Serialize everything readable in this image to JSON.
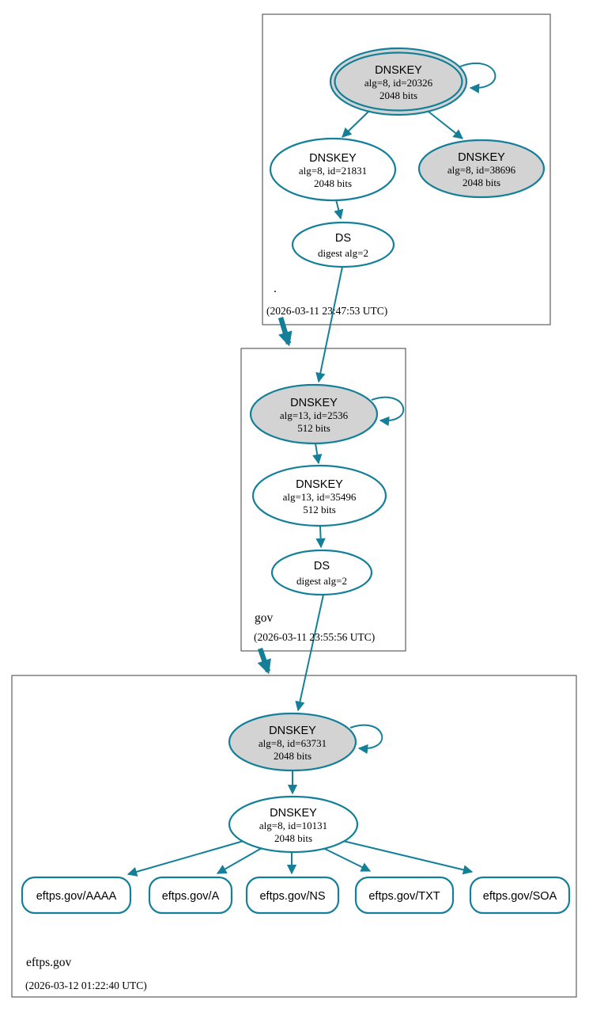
{
  "diagram_type": "dnssec-authentication-chain",
  "colors": {
    "edge_secure": "#137f99",
    "node_border": "#137f99",
    "sep_key_fill": "#d3d3d3",
    "node_fill": "#ffffff",
    "zone_border": "#5e5e5e",
    "background": "#ffffff",
    "text": "#000000"
  },
  "zones": [
    {
      "label": ".",
      "timestamp": "(2026-03-11 23:47:53 UTC)",
      "ksk": {
        "title": "DNSKEY",
        "alg": "alg=8, id=20326",
        "bits": "2048 bits"
      },
      "zsk": {
        "title": "DNSKEY",
        "alg": "alg=8, id=21831",
        "bits": "2048 bits"
      },
      "extra_ksk": {
        "title": "DNSKEY",
        "alg": "alg=8, id=38696",
        "bits": "2048 bits"
      },
      "ds": {
        "title": "DS",
        "detail": "digest alg=2"
      }
    },
    {
      "label": "gov",
      "timestamp": "(2026-03-11 23:55:56 UTC)",
      "ksk": {
        "title": "DNSKEY",
        "alg": "alg=13, id=2536",
        "bits": "512 bits"
      },
      "zsk": {
        "title": "DNSKEY",
        "alg": "alg=13, id=35496",
        "bits": "512 bits"
      },
      "ds": {
        "title": "DS",
        "detail": "digest alg=2"
      }
    },
    {
      "label": "eftps.gov",
      "timestamp": "(2026-03-12 01:22:40 UTC)",
      "ksk": {
        "title": "DNSKEY",
        "alg": "alg=8, id=63731",
        "bits": "2048 bits"
      },
      "zsk": {
        "title": "DNSKEY",
        "alg": "alg=8, id=10131",
        "bits": "2048 bits"
      },
      "rrsets": [
        {
          "label": "eftps.gov/AAAA"
        },
        {
          "label": "eftps.gov/A"
        },
        {
          "label": "eftps.gov/NS"
        },
        {
          "label": "eftps.gov/TXT"
        },
        {
          "label": "eftps.gov/SOA"
        }
      ]
    }
  ]
}
